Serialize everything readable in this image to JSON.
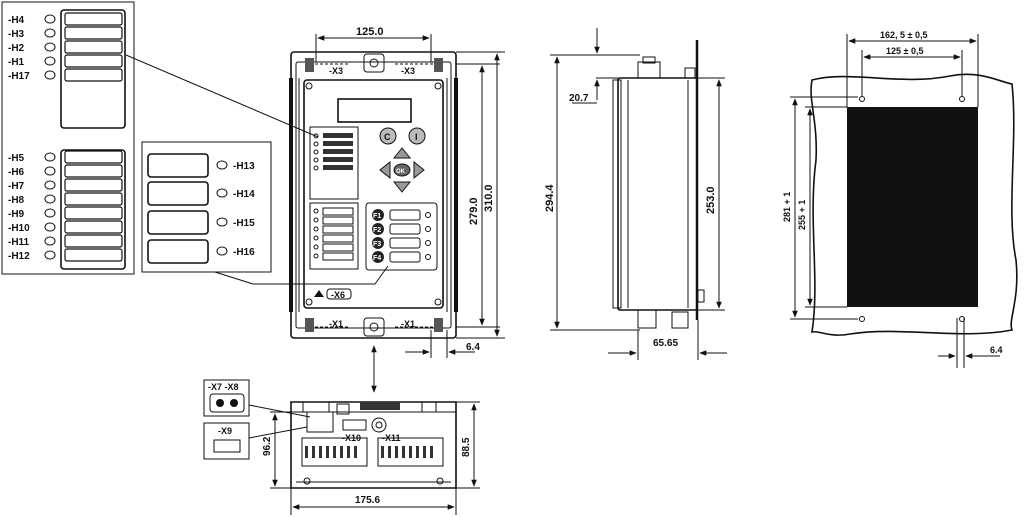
{
  "leds_top": [
    "-H4",
    "-H3",
    "-H2",
    "-H1",
    "-H17"
  ],
  "leds_bottom": [
    "-H5",
    "-H6",
    "-H7",
    "-H8",
    "-H9",
    "-H10",
    "-H11",
    "-H12"
  ],
  "leds_right": [
    "-H13",
    "-H14",
    "-H15",
    "-H16"
  ],
  "front": {
    "width": "125.0",
    "connector_top_left": "-X3",
    "connector_top_right": "-X3",
    "connector_bottom_left": "-X1",
    "connector_bottom_right": "-X1",
    "front_connector": "-X6",
    "height_inner": "279.0",
    "height_outer": "310.0",
    "side_offset": "6.4",
    "fkeys": [
      "F1",
      "F2",
      "F3",
      "F4"
    ],
    "key_c": "C",
    "key_i": "I",
    "key_ok": "OK"
  },
  "side": {
    "top_offset": "20.7",
    "height_total": "294.4",
    "height_inner": "253.0",
    "depth": "65.65"
  },
  "cutout": {
    "width_outer": "162, 5 ± 0,5",
    "width_inner": "125 ± 0,5",
    "height_outer": "281 + 1",
    "height_inner": "255 + 1",
    "offset": "6.4"
  },
  "bottom": {
    "connector_x7_x8": "-X7  -X8",
    "connector_x9": "-X9",
    "connector_x10": "-X10",
    "connector_x11": "-X11",
    "height_left": "96.2",
    "height_right": "88.5",
    "width": "175.6"
  }
}
